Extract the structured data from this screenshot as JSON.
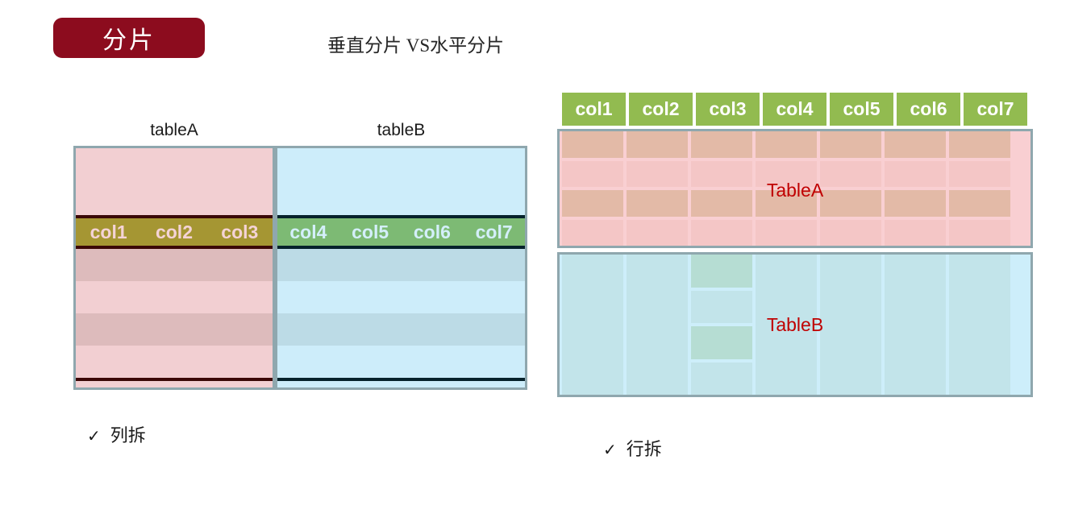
{
  "header": {
    "badge_label": "分片",
    "badge_color": "#8C0C1E",
    "subtitle": "垂直分片 VS水平分片"
  },
  "vertical_sharding": {
    "caption": "列拆",
    "check_glyph": "✓",
    "tables": [
      {
        "label": "tableA",
        "columns": [
          "col1",
          "col2",
          "col3"
        ],
        "fill_color": "#F2CFD2",
        "band_color": "#A59633",
        "band_text_color": "#F4D3D6",
        "rule_color": "#3B0807",
        "rows": [
          {
            "shade": "#DDBBBC"
          },
          {
            "shade": "#F2CFD2"
          },
          {
            "shade": "#DDBBBC"
          },
          {
            "shade": "#F2CFD2"
          }
        ]
      },
      {
        "label": "tableB",
        "columns": [
          "col4",
          "col5",
          "col6",
          "col7"
        ],
        "fill_color": "#CDEDFA",
        "band_color": "#7DBA74",
        "band_text_color": "#D4EFFB",
        "rule_color": "#06222B",
        "rows": [
          {
            "shade": "#BCDBE6"
          },
          {
            "shade": "#CDEDFA"
          },
          {
            "shade": "#BCDBE6"
          },
          {
            "shade": "#CDEDFA"
          }
        ]
      }
    ]
  },
  "horizontal_sharding": {
    "caption": "行拆",
    "check_glyph": "✓",
    "column_headers": [
      "col1",
      "col2",
      "col3",
      "col4",
      "col5",
      "col6",
      "col7"
    ],
    "header_color": "#92BB50",
    "header_text_color": "#FFFFFF",
    "tables": [
      {
        "label": "TableA",
        "label_color": "#C00000",
        "fill_color": "#F9CFD2",
        "row_count": 4,
        "column_count": 7,
        "cell_shades": [
          "dark",
          "light",
          "dark",
          "light"
        ]
      },
      {
        "label": "TableB",
        "label_color": "#C00000",
        "fill_color": "#CDEEFA",
        "row_count": 4,
        "column_count": 7,
        "highlight_column": 3,
        "highlight_rows": [
          1,
          3
        ],
        "highlight_color": "#B6DDD3"
      }
    ]
  }
}
